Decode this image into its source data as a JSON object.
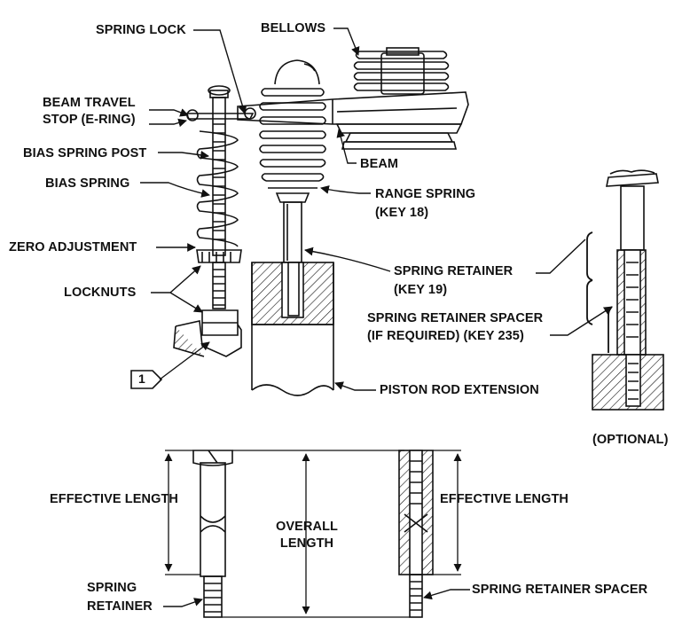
{
  "labels": {
    "spring_lock": "SPRING LOCK",
    "bellows": "BELLOWS",
    "beam_travel_stop_1": "BEAM TRAVEL",
    "beam_travel_stop_2": "STOP (E-RING)",
    "bias_spring_post": "BIAS SPRING POST",
    "bias_spring": "BIAS SPRING",
    "beam": "BEAM",
    "range_spring_1": "RANGE SPRING",
    "range_spring_2": "(KEY 18)",
    "zero_adjustment": "ZERO ADJUSTMENT",
    "locknuts": "LOCKNUTS",
    "spring_retainer_1": "SPRING RETAINER",
    "spring_retainer_2": "(KEY 19)",
    "spring_retainer_spacer_1": "SPRING RETAINER SPACER",
    "spring_retainer_spacer_2": "(IF REQUIRED) (KEY 235)",
    "callout_number": "1",
    "piston_rod_extension": "PISTON ROD EXTENSION",
    "optional": "(OPTIONAL)",
    "effective_length_left": "EFFECTIVE LENGTH",
    "overall_length_1": "OVERALL",
    "overall_length_2": "LENGTH",
    "effective_length_right": "EFFECTIVE LENGTH",
    "spring_retainer_bottom_1": "SPRING",
    "spring_retainer_bottom_2": "RETAINER",
    "spring_retainer_spacer_bottom": "SPRING RETAINER SPACER"
  },
  "colors": {
    "ink": "#111111",
    "paper": "#ffffff"
  }
}
